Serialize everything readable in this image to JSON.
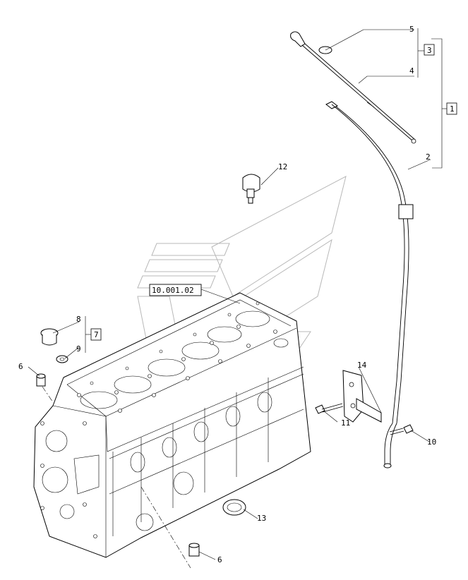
{
  "callouts": {
    "c1": "1",
    "c2": "2",
    "c3": "3",
    "c4": "4",
    "c5": "5",
    "c6a": "6",
    "c6b": "6",
    "c7": "7",
    "c8": "8",
    "c9": "9",
    "c10": "10",
    "c11": "11",
    "c12": "12",
    "c13": "13",
    "c14": "14"
  },
  "reference": "10.001.02",
  "icons": {
    "watermark": "logo-watermark",
    "engine": "engine-block-drawing"
  }
}
